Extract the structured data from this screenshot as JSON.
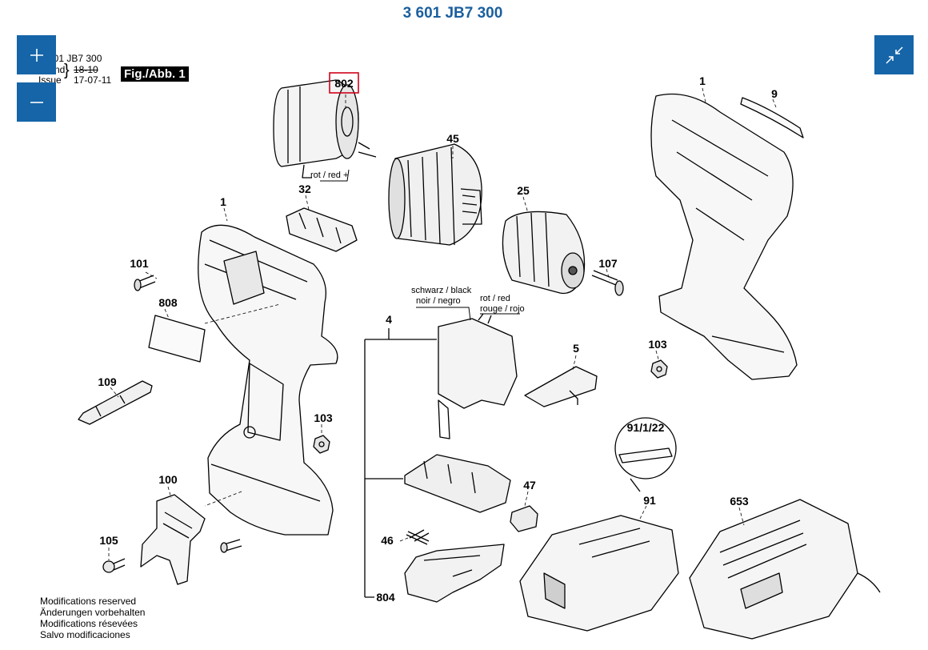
{
  "header": {
    "title": "3 601 JB7 300",
    "title_color": "#1b5f9e"
  },
  "controls": {
    "zoom_in_icon": "plus-icon",
    "zoom_out_icon": "minus-icon",
    "collapse_icon": "collapse-arrows-icon",
    "button_color": "#1565a8"
  },
  "info": {
    "model": "3 601 JB7 300",
    "stand_label": "Stand",
    "stand_value": "18-10",
    "issue_label": "Issue",
    "issue_value": "17-07-11",
    "figure_label": "Fig./Abb. 1"
  },
  "callouts": {
    "p1a": "1",
    "p1b": "1",
    "p4": "4",
    "p5": "5",
    "p9": "9",
    "p25": "25",
    "p32": "32",
    "p45": "45",
    "p46": "46",
    "p47": "47",
    "p91": "91",
    "p91_1_22": "91/1/22",
    "p100": "100",
    "p101": "101",
    "p103a": "103",
    "p103b": "103",
    "p105": "105",
    "p107": "107",
    "p109": "109",
    "p653": "653",
    "p802": "802",
    "p804": "804",
    "p808": "808"
  },
  "wire_labels": {
    "motor_red": "rot / red +",
    "black_1": "schwarz / black",
    "black_2": "noir / negro",
    "red_1": "rot / red",
    "red_2": "rouge / rojo"
  },
  "footer": {
    "line1": "Modifications reserved",
    "line2": "Änderungen vorbehalten",
    "line3": "Modifications résevées",
    "line4": "Salvo modificaciones"
  },
  "highlight_color": "#d0021b"
}
